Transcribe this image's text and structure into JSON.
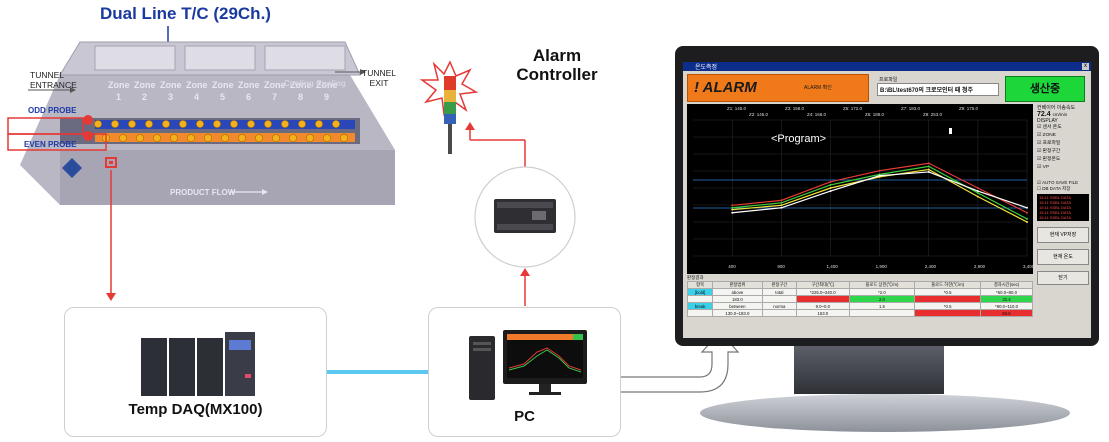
{
  "thermocouple": {
    "title": "Dual Line T/C  (29Ch.)"
  },
  "furnace": {
    "tunnel_entrance": "TUNNEL\nENTRANCE",
    "tunnel_exit": "TUNNEL\nEXIT",
    "odd_probe": "ODD PROBE",
    "even_probe": "EVEN PROBE",
    "product_flow": "PRODUCT FLOW",
    "zone_label": "Zone",
    "cooling_label": "Cooling Cooling",
    "zones": [
      "1",
      "2",
      "3",
      "4",
      "5",
      "6",
      "7",
      "8",
      "9"
    ]
  },
  "alarm": {
    "title": "Alarm\nController"
  },
  "daq": {
    "label": "Temp DAQ(MX100)"
  },
  "pc": {
    "label": "PC"
  },
  "monitor": {
    "window_title": "온도측정",
    "alarm_text": "! ALARM",
    "alarm_confirm": "ALARM 확인",
    "profile_label": "프로파일",
    "profile_value": "B:\\BL\\test670의 크로모인터 때 청주",
    "status": "생산중",
    "speed_label": "컨베이어 이송속도",
    "speed_value": "72.4",
    "speed_unit": "cm/min",
    "display_label": "DISPLAY",
    "display_options": [
      "센서 온도",
      "ZONE",
      "프로파일",
      "판정구간",
      "판정온도",
      "VP"
    ],
    "auto_save": "AUTO SAVE FILE",
    "data_save": "DB DATA 저장",
    "log_lines": [
      "15:11 SSBL DATA",
      "15:11 SSBL DATA",
      "15:11 SSBL DATA",
      "15:11 SSBL DATA",
      "15:11 SSBL DATA"
    ],
    "vp_button": "현재 VP저장",
    "temp_button": "현재 온도",
    "close_button": "닫기",
    "program_label": "<Program>",
    "zone_headers_1": [
      "Z1: 145.0",
      "Z3: 158.0",
      "Z5: 172.0",
      "Z7: 183.0",
      "Z9: 175.0"
    ],
    "zone_headers_2": [
      "Z2: 145.0",
      "Z4: 168.0",
      "Z6: 188.0",
      "Z8: 253.0"
    ],
    "x_ticks": [
      "400",
      "900",
      "1,400",
      "1,900",
      "2,400",
      "2,900",
      "3,400"
    ],
    "table_title": "판정결과",
    "table_headers": [
      "항목",
      "판정범위",
      "판정구간",
      "구간최대(℃)",
      "플로드 상한(℃/m)",
      "플로드 하한(℃/m)",
      "결과시간(sec)"
    ],
    "table_rows": [
      [
        "[bold]",
        "above",
        "total",
        "*225.0~240.0",
        "*2.0",
        "*0.5",
        "*60.0~80.0"
      ],
      [
        "",
        "183.0",
        "",
        "",
        "2.0",
        "",
        "32.4"
      ],
      [
        "break",
        "between",
        "norma",
        "9.0~0.0",
        "1.5",
        "*0.5",
        "*90.0~110.0"
      ],
      [
        "",
        "130.0~183.0",
        "",
        "163.0",
        "",
        "",
        "84.6"
      ]
    ]
  },
  "colors": {
    "accent_red": "#e53935",
    "link_blue": "#5bc8ef",
    "title_blue": "#1b3aa0"
  },
  "chart_data": {
    "type": "line",
    "x": [
      400,
      900,
      1400,
      1900,
      2400,
      2900,
      3400
    ],
    "series": [
      {
        "values": [
          122,
          130,
          160,
          178,
          190,
          150,
          110
        ]
      },
      {
        "values": [
          118,
          126,
          155,
          172,
          185,
          142,
          100
        ]
      },
      {
        "values": [
          115,
          122,
          150,
          168,
          180,
          136,
          95
        ]
      },
      {
        "values": [
          110,
          118,
          145,
          170,
          176,
          145,
          118
        ]
      }
    ],
    "xlim": [
      0,
      3400
    ],
    "ylim": [
      40,
      260
    ]
  }
}
